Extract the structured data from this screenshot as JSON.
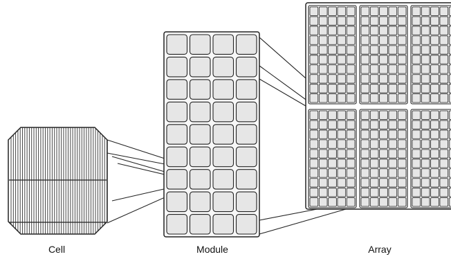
{
  "labels": {
    "cell": "Cell",
    "module": "Module",
    "array": "Array"
  },
  "module": {
    "rows": 9,
    "cols": 4
  },
  "array": {
    "cells_per_module_row": 10,
    "cells_per_module_col": 5,
    "visible_module_rows": 2,
    "visible_module_cols": 3
  },
  "colors": {
    "stroke": "#222222",
    "cell_fill": "#e6e6e6",
    "panel_fill": "#f7f7f7",
    "cell_lines": "#333333"
  }
}
